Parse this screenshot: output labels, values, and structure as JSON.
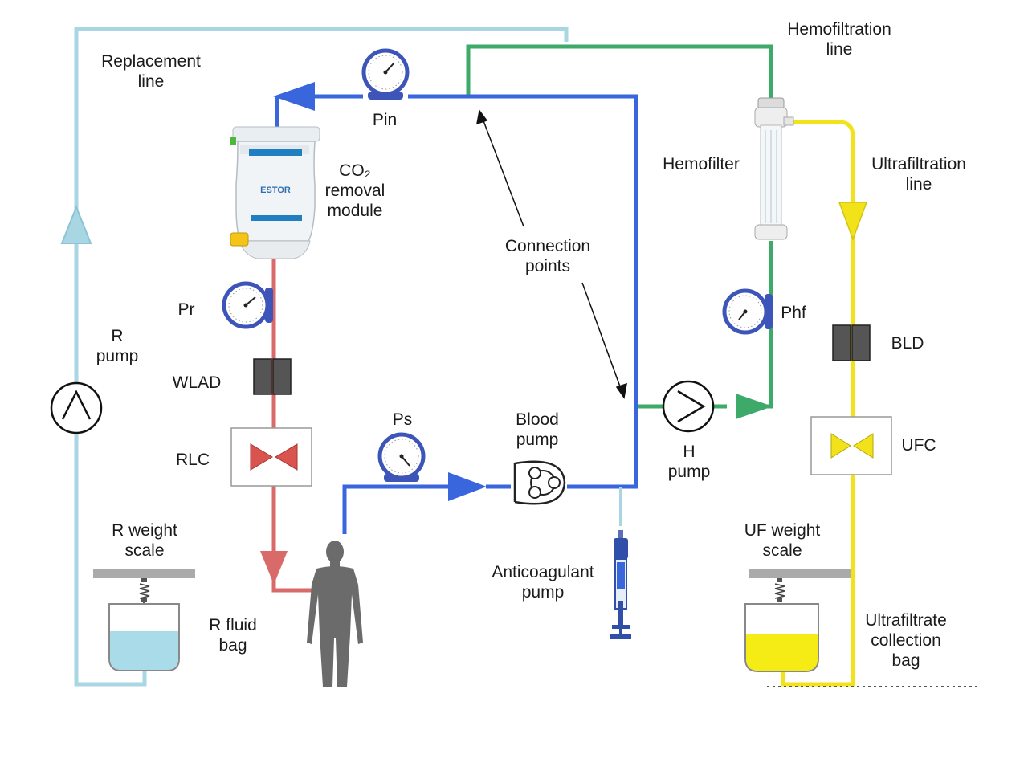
{
  "labels": {
    "replacement_line": [
      "Replacement",
      "line"
    ],
    "pin": "Pin",
    "co2_module": [
      "CO₂",
      "removal",
      "module"
    ],
    "hemofiltration_line": [
      "Hemofiltration",
      "line"
    ],
    "hemofilter": "Hemofilter",
    "ultrafiltration_line": [
      "Ultrafiltration",
      "line"
    ],
    "connection_points": [
      "Connection",
      "points"
    ],
    "pr": "Pr",
    "r_pump": [
      "R",
      "pump"
    ],
    "wlad": "WLAD",
    "rlc": "RLC",
    "ps": "Ps",
    "blood_pump": [
      "Blood",
      "pump"
    ],
    "h_pump": [
      "H",
      "pump"
    ],
    "phf": "Phf",
    "bld": "BLD",
    "ufc": "UFC",
    "r_weight_scale": [
      "R weight",
      "scale"
    ],
    "r_fluid_bag": [
      "R fluid",
      "bag"
    ],
    "anticoagulant_pump": [
      "Anticoagulant",
      "pump"
    ],
    "uf_weight_scale": [
      "UF weight",
      "scale"
    ],
    "ultrafiltrate_collection_bag": [
      "Ultrafiltrate",
      "collection",
      "bag"
    ],
    "module_brand": "ESTOR"
  },
  "colors": {
    "blood_line": "#3a66dd",
    "replacement_line": "#a9d6e3",
    "return_line": "#d96a6a",
    "hemofiltration_line": "#3daa6a",
    "ultrafiltration_line": "#f2e21a",
    "ultrafiltrate_fill": "#f4ec14",
    "replacement_fill": "#a9dbe8",
    "gauge_blue": "#3d55b8",
    "rlc_triangle": "#d9534f",
    "ufc_triangle": "#f2e21a",
    "detector_gray": "#555555"
  },
  "icons": [
    "pressure-gauge-icon",
    "roller-pump-icon",
    "peristaltic-pump-icon",
    "syringe-pump-icon",
    "human-figure-icon",
    "clamp-icon",
    "detector-icon",
    "weight-scale-icon",
    "fluid-bag-icon",
    "hemofilter-icon",
    "co2-module-icon"
  ]
}
